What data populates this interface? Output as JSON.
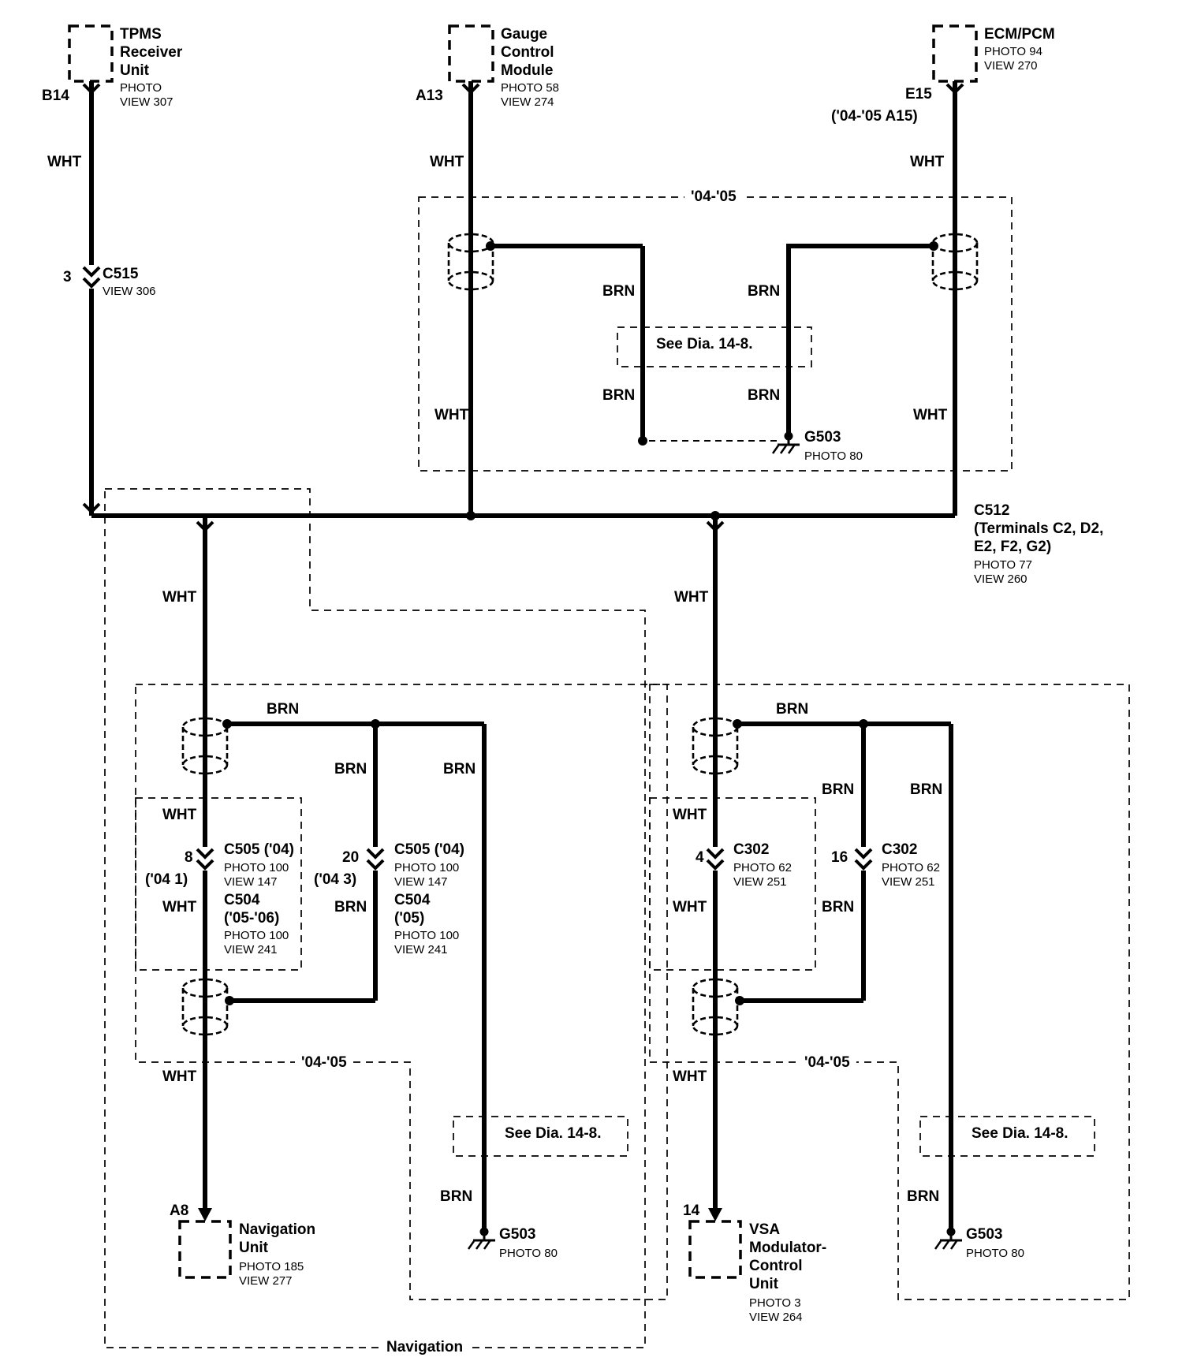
{
  "labels": {
    "wht": "WHT",
    "brn": "BRN",
    "year": "'04-'05",
    "see_dia": "See Dia. 14-8.",
    "navigation_zone": "Navigation"
  },
  "components": {
    "tpms": {
      "pin": "B14",
      "name": [
        "TPMS",
        "Receiver",
        "Unit"
      ],
      "meta": [
        "PHOTO",
        "VIEW 307"
      ]
    },
    "gauge": {
      "pin": "A13",
      "name": [
        "Gauge",
        "Control",
        "Module"
      ],
      "meta": [
        "PHOTO 58",
        "VIEW 274"
      ]
    },
    "ecm": {
      "pin": "E15",
      "pin_note": "('04-'05 A15)",
      "name": [
        "ECM/PCM"
      ],
      "meta": [
        "PHOTO 94",
        "VIEW 270"
      ]
    },
    "nav": {
      "pin": "A8",
      "name": [
        "Navigation",
        "Unit"
      ],
      "meta": [
        "PHOTO 185",
        "VIEW 277"
      ]
    },
    "vsa": {
      "pin": "14",
      "name": [
        "VSA",
        "Modulator-",
        "Control",
        "Unit"
      ],
      "meta": [
        "PHOTO 3",
        "VIEW 264"
      ]
    }
  },
  "connectors": {
    "c515": {
      "pin": "3",
      "name": "C515",
      "meta": [
        "VIEW 306"
      ]
    },
    "c512": {
      "name": "C512",
      "detail": [
        "(Terminals C2, D2,",
        "E2, F2, G2)"
      ],
      "meta": [
        "PHOTO 77",
        "VIEW 260"
      ]
    },
    "c505_8": {
      "pin": "8",
      "pin_note": "('04 1)",
      "name1": "C505 ('04)",
      "meta1": [
        "PHOTO 100",
        "VIEW 147"
      ],
      "name2": "C504",
      "name2b": "('05-'06)",
      "meta2": [
        "PHOTO 100",
        "VIEW 241"
      ]
    },
    "c505_20": {
      "pin": "20",
      "pin_note": "('04 3)",
      "name1": "C505 ('04)",
      "meta1": [
        "PHOTO 100",
        "VIEW 147"
      ],
      "name2": "C504",
      "name2b": "('05)",
      "meta2": [
        "PHOTO 100",
        "VIEW 241"
      ]
    },
    "c302_4": {
      "pin": "4",
      "name": "C302",
      "meta": [
        "PHOTO 62",
        "VIEW 251"
      ]
    },
    "c302_16": {
      "pin": "16",
      "name": "C302",
      "meta": [
        "PHOTO 62",
        "VIEW 251"
      ]
    }
  },
  "grounds": {
    "g503": {
      "name": "G503",
      "meta": "PHOTO 80"
    }
  }
}
